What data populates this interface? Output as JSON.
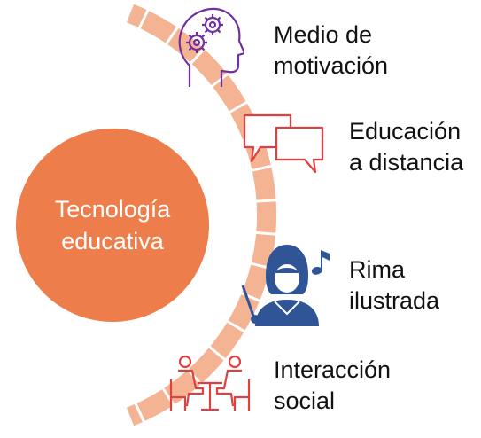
{
  "center": {
    "label": "Tecnología\neducativa",
    "color": "#ED7D4A"
  },
  "arc": {
    "color": "#F4B494"
  },
  "items": [
    {
      "label": "Medio de\nmotivación",
      "icon": "head-gears-icon",
      "color": "#7030A0"
    },
    {
      "label": "Educación\na distancia",
      "icon": "speech-bubbles-icon",
      "color": "#E04040"
    },
    {
      "label": "Rima\nilustrada",
      "icon": "conductor-music-icon",
      "color": "#2F5597"
    },
    {
      "label": "Interacción\nsocial",
      "icon": "people-table-icon",
      "color": "#E04040"
    }
  ]
}
